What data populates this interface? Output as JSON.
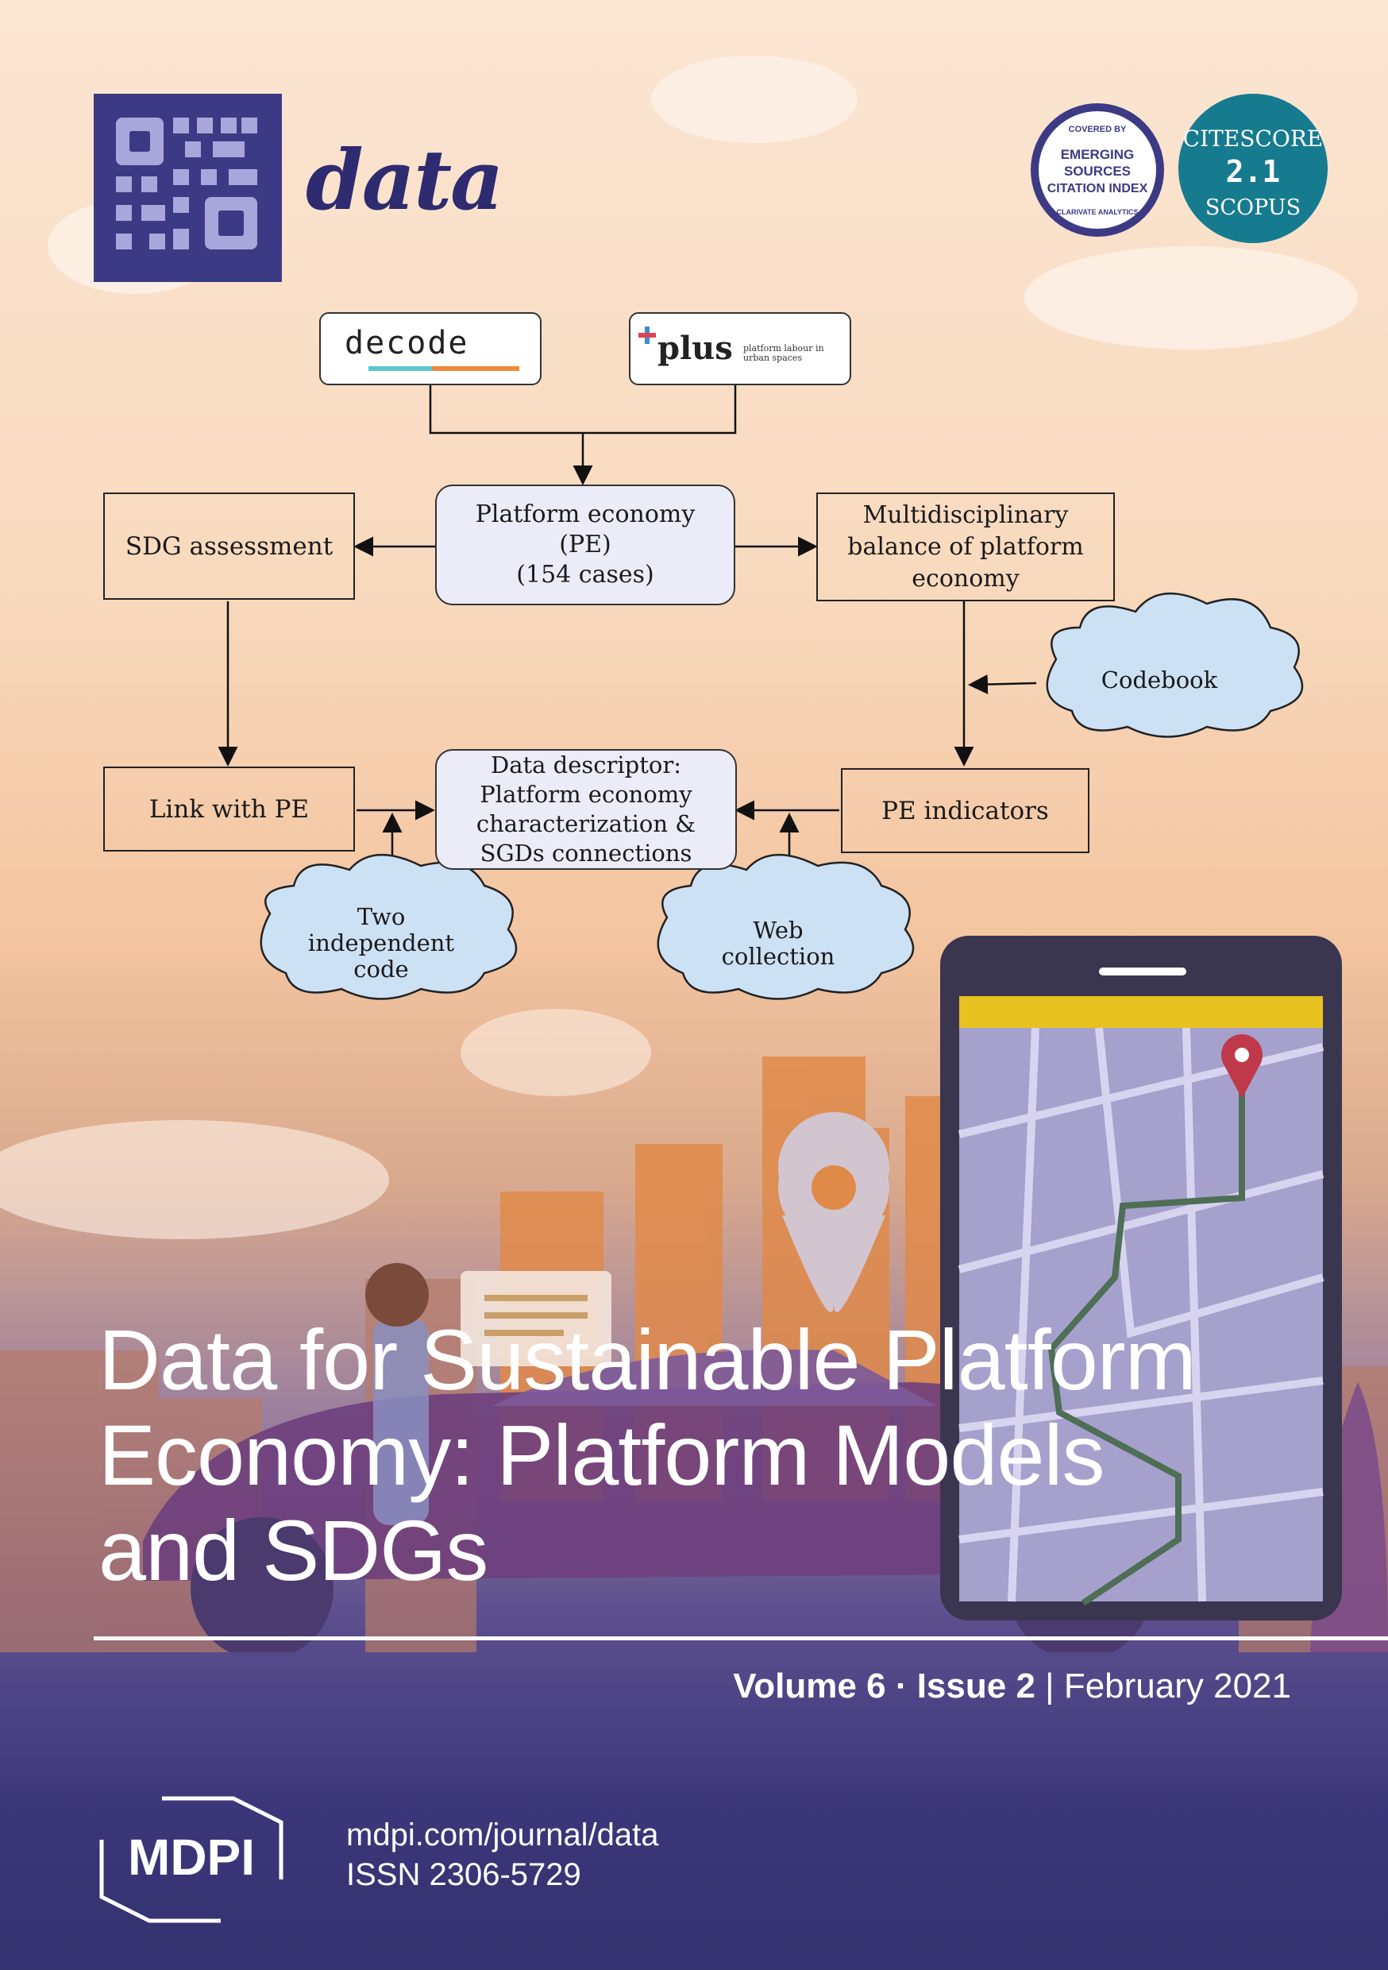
{
  "header": {
    "journal_name": "data",
    "esci_badge": {
      "top": "COVERED BY",
      "line1": "EMERGING",
      "line2": "SOURCES",
      "line3": "CITATION INDEX",
      "bottom": "CLARIVATE ANALYTICS"
    },
    "citescore": {
      "label": "CITESCORE",
      "value": "2.1",
      "source": "SCOPUS"
    }
  },
  "diagram": {
    "logo_decode": "decode",
    "logo_plus": "plus",
    "logo_plus_tag1": "platform labour in",
    "logo_plus_tag2": "urban spaces",
    "center_box": [
      "Platform economy",
      "(PE)",
      "(154 cases)"
    ],
    "sdg_box": "SDG assessment",
    "multi_box": [
      "Multidisciplinary",
      "balance of platform",
      "economy"
    ],
    "codebook": "Codebook",
    "link_box": "Link with PE",
    "descriptor_box": [
      "Data descriptor:",
      "Platform economy",
      "characterization &",
      "SGDs connections"
    ],
    "indicators_box": "PE indicators",
    "two_code": [
      "Two",
      "independent",
      "code"
    ],
    "web_collection": [
      "Web",
      "collection"
    ]
  },
  "title": {
    "line1": "Data for Sustainable Platform",
    "line2": "Economy: Platform Models",
    "line3": "and SDGs"
  },
  "issue": {
    "volume": "Volume 6",
    "sep": "·",
    "issue": "Issue 2",
    "bar": "|",
    "date": "February 2021"
  },
  "footer": {
    "publisher": "MDPI",
    "url": "mdpi.com/journal/data",
    "issn": "ISSN 2306-5729"
  },
  "colors": {
    "brand": "#3d3a85",
    "citescore": "#167b8f",
    "background_bottom": "#34326f",
    "map_header": "#e8c21f",
    "pin": "#c0394a"
  }
}
